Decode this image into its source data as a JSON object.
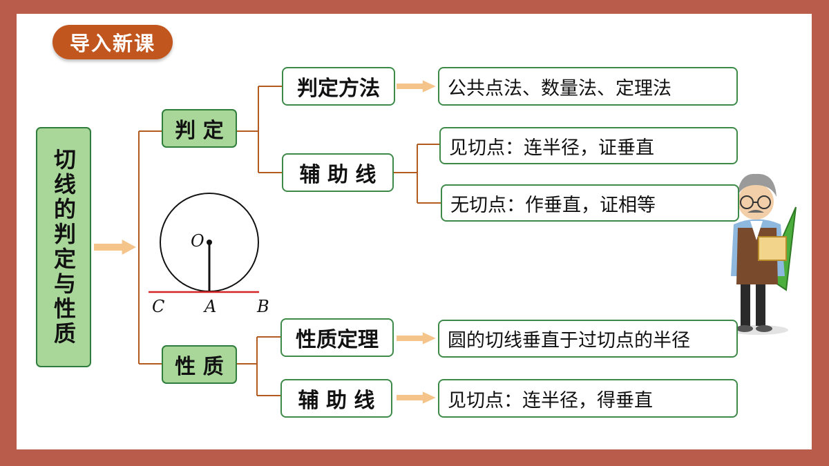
{
  "badge": "导入新课",
  "root": "切线的判定与性质",
  "branches": {
    "judge": {
      "label": "判 定",
      "method": {
        "label": "判定方法",
        "detail": "公共点法、数量法、定理法"
      },
      "aux": {
        "label": "辅 助 线",
        "details": [
          "见切点：连半径，证垂直",
          "无切点：作垂直，证相等"
        ]
      }
    },
    "property": {
      "label": "性 质",
      "theorem": {
        "label": "性质定理",
        "detail": "圆的切线垂直于过切点的半径"
      },
      "aux": {
        "label": "辅 助 线",
        "detail": "见切点：连半径，得垂直"
      }
    }
  },
  "figure": {
    "center": "O",
    "points": [
      "C",
      "A",
      "B"
    ]
  },
  "colors": {
    "border": "#b95c4c",
    "badge": "#c1561f",
    "box_fill": "#a9d79a",
    "box_stroke": "#3d8a48",
    "connector": "#b35a1f",
    "arrow": "#f5c48a",
    "tangent_line": "#d42323"
  }
}
